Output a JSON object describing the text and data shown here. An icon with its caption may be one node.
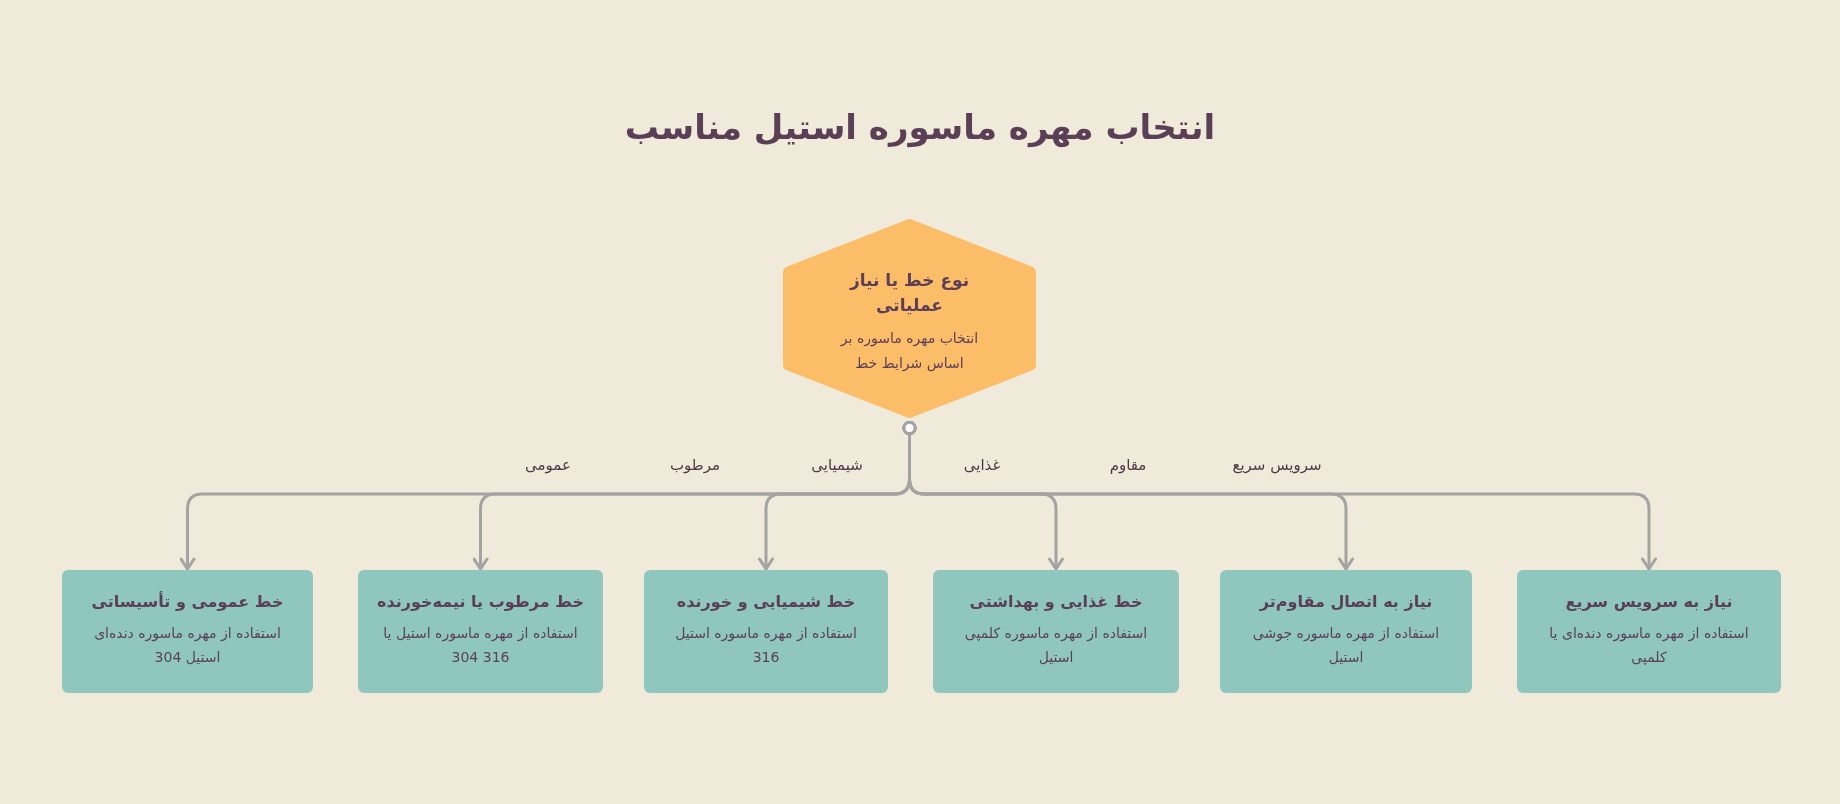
{
  "diagram": {
    "title": "انتخاب مهره ماسوره استیل مناسب",
    "nodes": [
      {
        "text": [
          "نوع خط یا نیاز عملیاتی",
          "انتخاب مهره ماسوره بر اساس شرایط خط"
        ]
      },
      {
        "text": [
          "نیاز به سرویس سریع",
          "استفاده از مهره ماسوره دنده‌ای یا کلمپی"
        ]
      },
      {
        "text": [
          "نیاز به اتصال مقاوم‌تر",
          "استفاده از مهره ماسوره جوشی استیل"
        ]
      },
      {
        "text": [
          "خط غذایی و بهداشتی",
          "استفاده از مهره ماسوره کلمپی استیل"
        ]
      },
      {
        "text": [
          "خط شیمیایی و خورنده",
          "استفاده از مهره ماسوره استیل 316"
        ]
      },
      {
        "text": [
          "خط مرطوب یا نیمه‌خورنده",
          "استفاده از مهره ماسوره استیل یا 316 304"
        ]
      },
      {
        "text": [
          "خط عمومی و تأسیساتی",
          "استفاده از مهره ماسوره دنده‌ای استیل 304"
        ]
      }
    ],
    "edges": [
      {
        "from": 0,
        "to": 1,
        "arrow": "to",
        "label": "سرویس سریع"
      },
      {
        "from": 0,
        "to": 2,
        "arrow": "to",
        "label": "مقاوم"
      },
      {
        "from": 0,
        "to": 3,
        "arrow": "to",
        "label": "غذایی"
      },
      {
        "from": 0,
        "to": 4,
        "arrow": "to",
        "label": "شیمیایی"
      },
      {
        "from": 0,
        "to": 5,
        "arrow": "to",
        "label": "مرطوب"
      },
      {
        "from": 0,
        "to": 6,
        "arrow": "to",
        "label": "عمومی"
      }
    ]
  }
}
